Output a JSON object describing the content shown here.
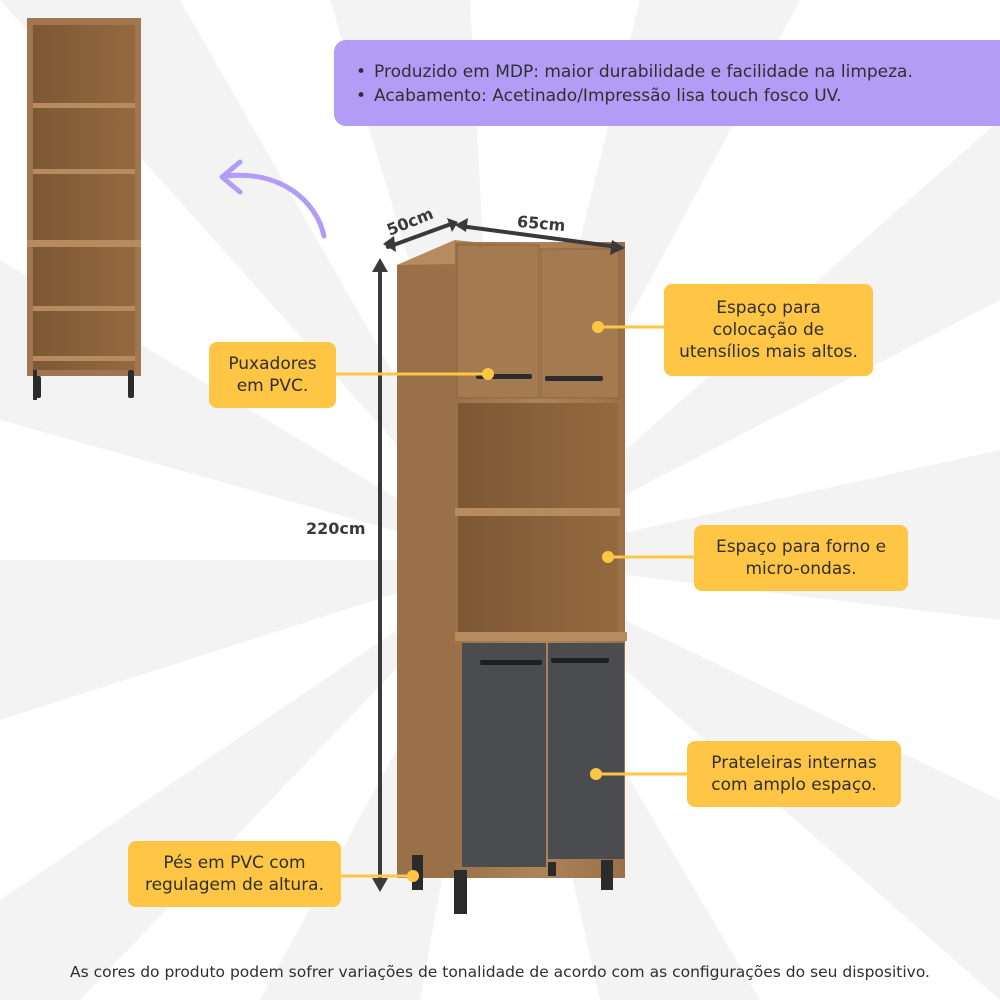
{
  "features_banner": {
    "items": [
      "Produzido em MDP: maior durabilidade e facilidade na limpeza.",
      "Acabamento: Acetinado/Impressão lisa touch fosco UV."
    ]
  },
  "dimensions": {
    "depth": "50cm",
    "width": "65cm",
    "height": "220cm"
  },
  "callouts": {
    "upper_space": [
      "Espaço para",
      "colocação de",
      "utensílios mais altos."
    ],
    "handles": [
      "Puxadores",
      "em PVC."
    ],
    "oven_space": [
      "Espaço para forno e",
      "micro-ondas."
    ],
    "inner_shelves": [
      "Prateleiras internas",
      "com amplo espaço."
    ],
    "feet": [
      "Pés em PVC com",
      "regulagem de altura."
    ]
  },
  "disclaimer": "As cores do produto podem sofrer variações de tonalidade de acordo com as configurações do seu dispositivo.",
  "colors": {
    "banner": "#b39cf5",
    "callout": "#ffc545",
    "wood": "#a47b51",
    "door_gray": "#4a4c4f",
    "leg": "#2b2b2b",
    "arrow": "#b39cf5",
    "dimension_line": "#3a3a3a"
  }
}
